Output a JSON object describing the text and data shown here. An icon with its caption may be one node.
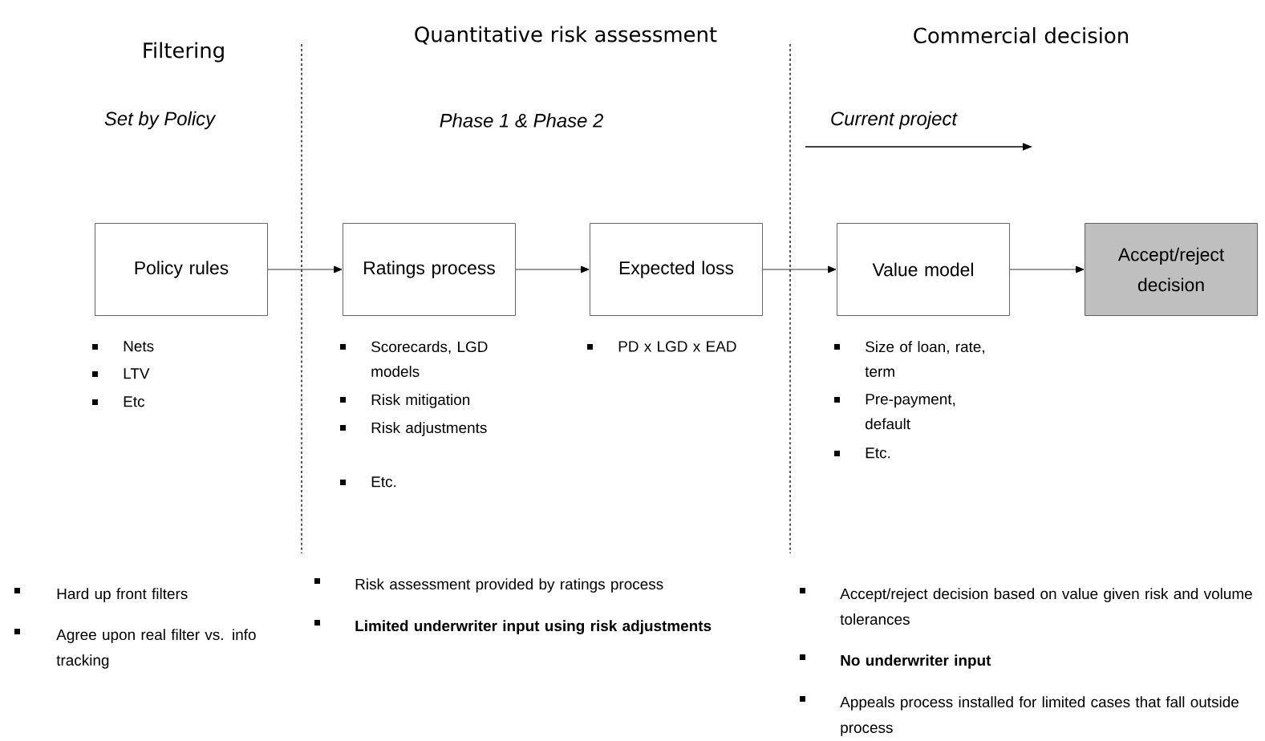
{
  "diagram": {
    "nodes": [
      {
        "text": [
          "Policy rules"
        ],
        "beside": [
          "Nets",
          "LTV",
          "Etc"
        ]
      },
      {
        "text": [
          "Ratings process"
        ],
        "beside": [
          "Scorecards, LGD models",
          "Risk mitigation",
          "Risk adjustments",
          "Etc."
        ]
      },
      {
        "text": [
          "Expected loss"
        ],
        "beside": [
          "PD x LGD x EAD"
        ]
      },
      {
        "text": [
          "Value model"
        ],
        "beside": [
          "Size of loan, rate, term",
          "Pre-payment, default",
          "Etc."
        ]
      },
      {
        "text": [
          "Accept/reject decision"
        ]
      }
    ],
    "edges": [
      {
        "from": 0,
        "to": 1,
        "arrow": "to"
      },
      {
        "from": 1,
        "to": 2,
        "arrow": "to"
      },
      {
        "from": 2,
        "to": 3,
        "arrow": "to"
      },
      {
        "from": 3,
        "to": 4,
        "arrow": "to"
      }
    ],
    "labels": [
      "Filtering",
      "Quantitative risk assessment",
      "Commercial decision",
      "Set by Policy",
      "Phase 1 &  Phase 2",
      "Current project",
      "Hard up front filters",
      "Agree upon real filter vs. info tracking",
      "Risk assessment provided by ratings process",
      "Limited underwriter input using risk adjustments",
      "Accept/reject decision based on value given risk and volume tolerances",
      "No underwriter input",
      "Appeals process installed for limited cases that fall outside process"
    ]
  }
}
